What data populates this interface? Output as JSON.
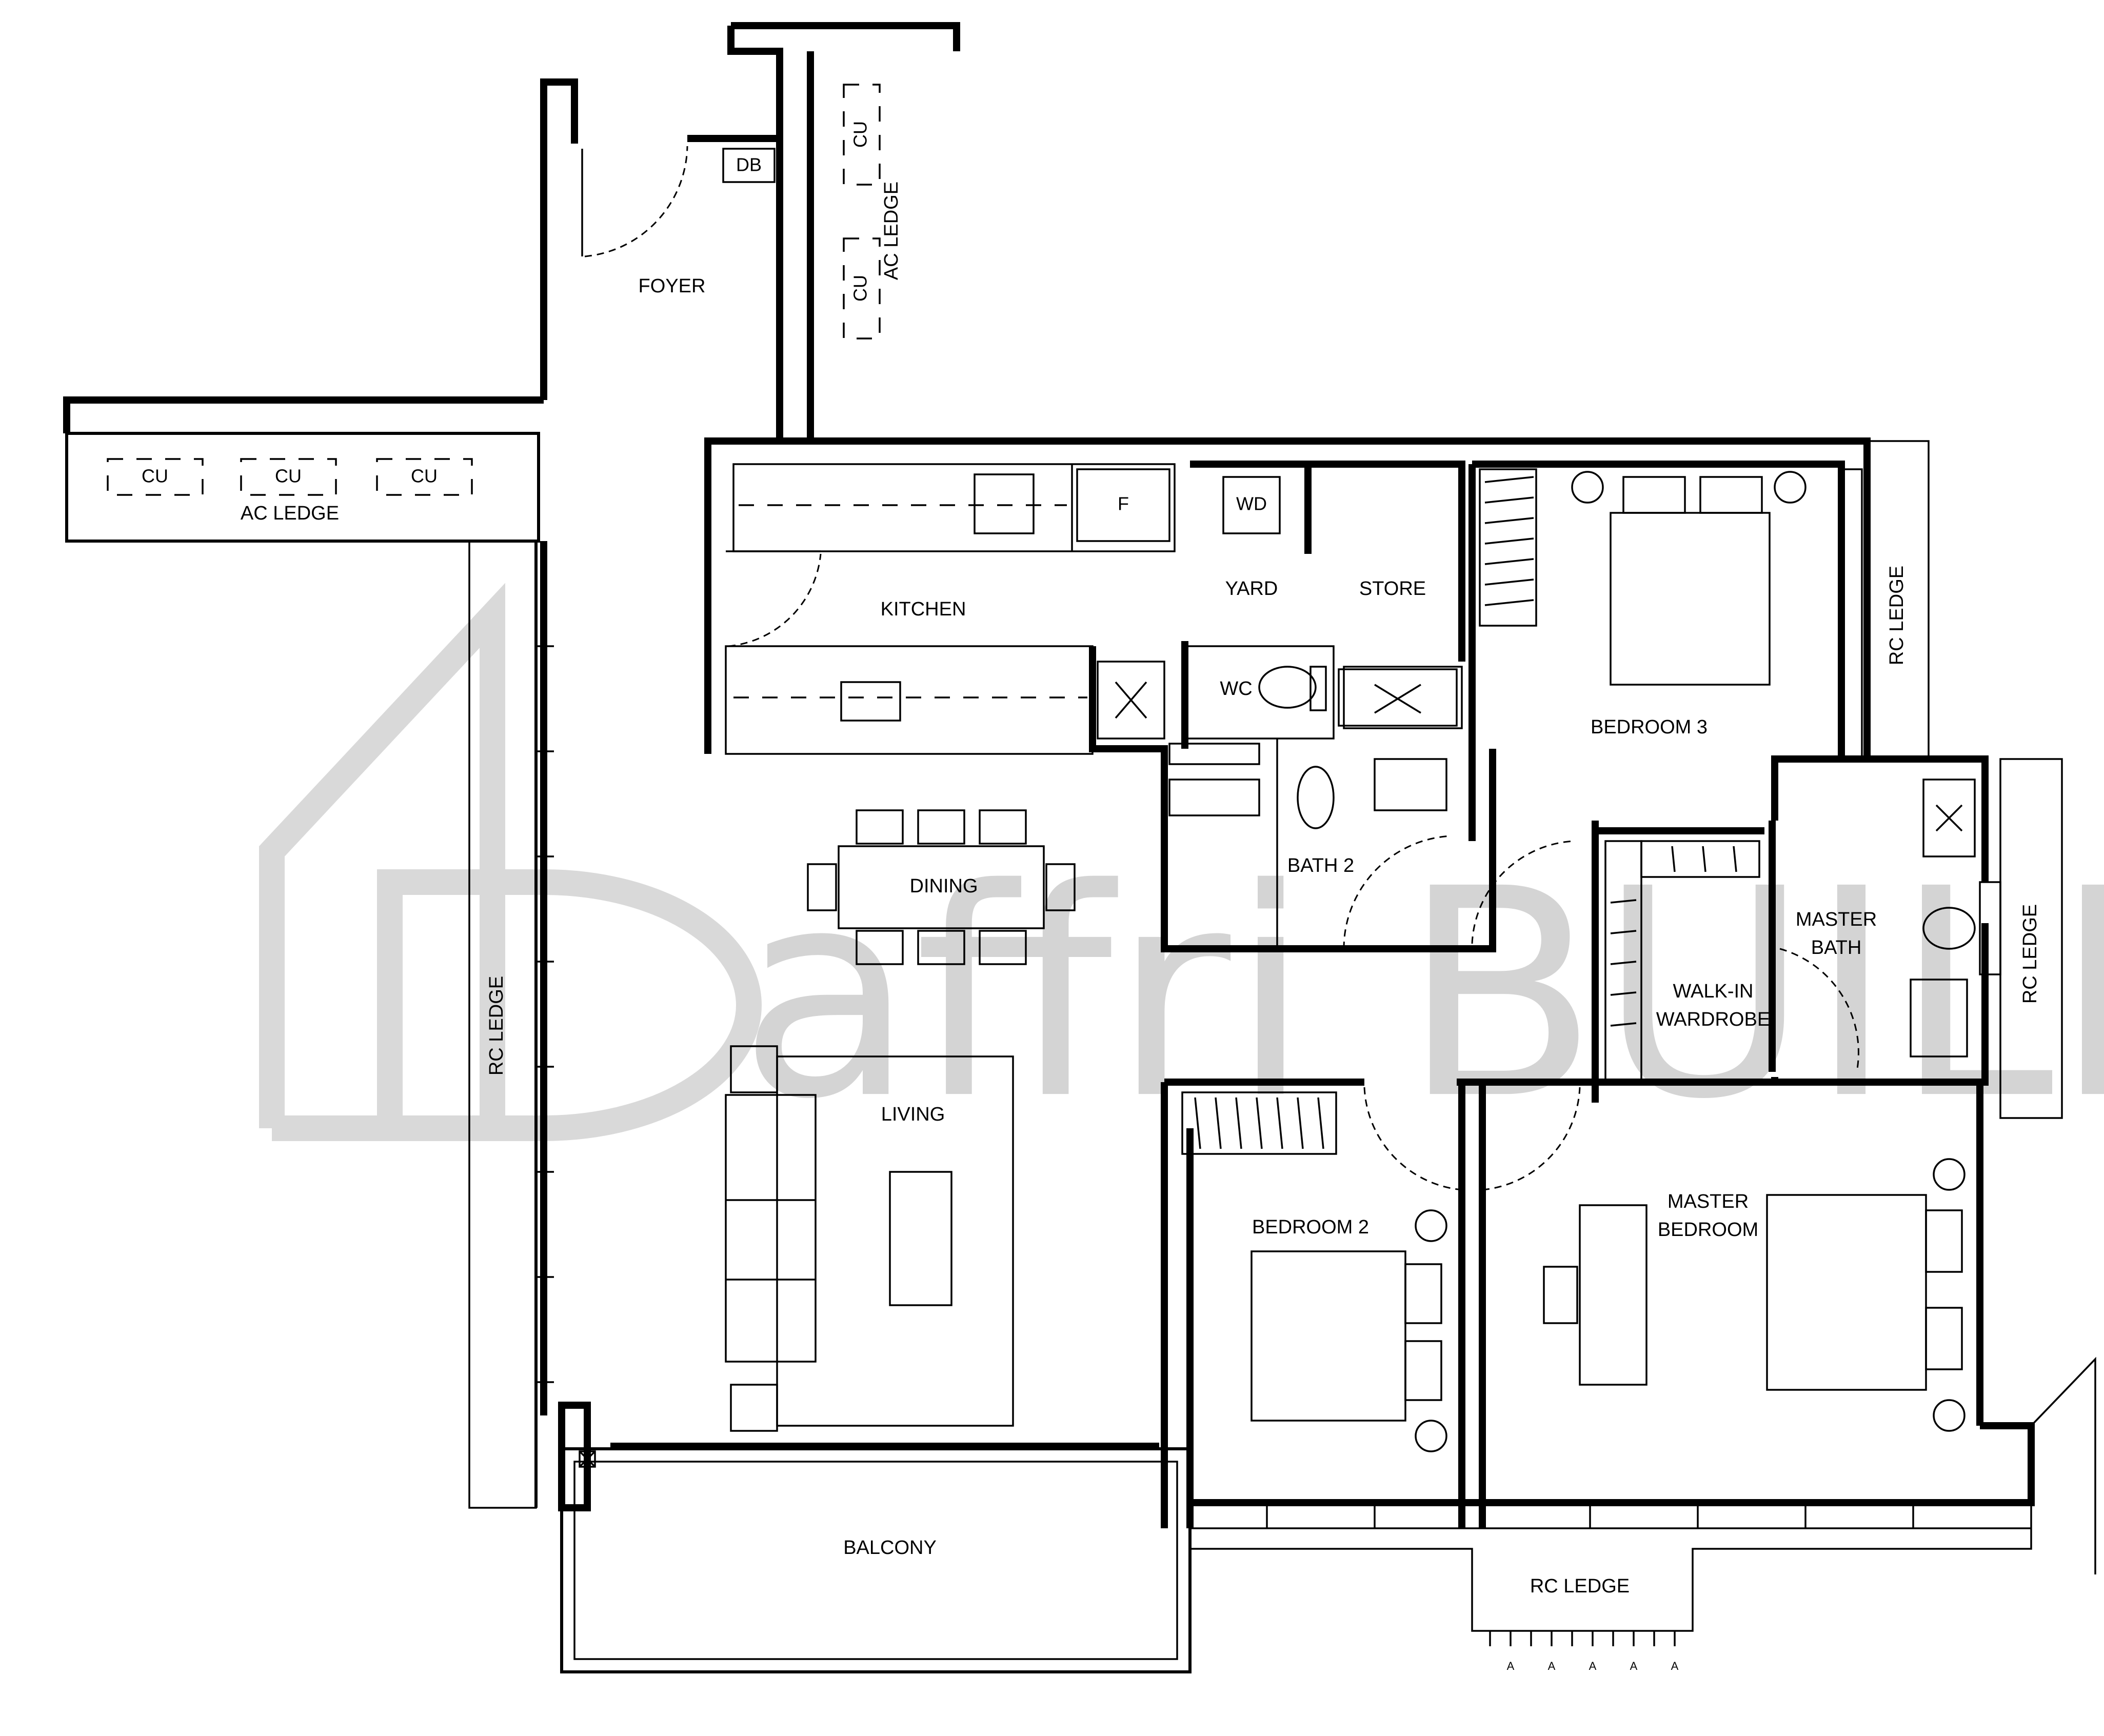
{
  "watermark": {
    "text": "affri BUILD"
  },
  "rooms": {
    "foyer": "FOYER",
    "kitchen": "KITCHEN",
    "yard": "YARD",
    "store": "STORE",
    "wc": "WC",
    "bedroom3": "BEDROOM 3",
    "bath2": "BATH 2",
    "dining": "DINING",
    "living": "LIVING",
    "walkin_1": "WALK-IN",
    "walkin_2": "WARDROBE",
    "master_bath_1": "MASTER",
    "master_bath_2": "BATH",
    "bedroom2": "BEDROOM 2",
    "master_bedroom_1": "MASTER",
    "master_bedroom_2": "BEDROOM",
    "balcony": "BALCONY"
  },
  "ledges": {
    "ac_ledge_top": "AC LEDGE",
    "ac_ledge_left": "AC LEDGE",
    "rc_ledge_left": "RC LEDGE",
    "rc_ledge_right_upper": "RC LEDGE",
    "rc_ledge_right_lower": "RC LEDGE",
    "rc_ledge_bottom": "RC LEDGE"
  },
  "fixtures": {
    "db": "DB",
    "cu": "CU",
    "fridge": "F",
    "washer_dryer": "WD",
    "shaft_mark": "X",
    "elevation_mark": "A"
  }
}
